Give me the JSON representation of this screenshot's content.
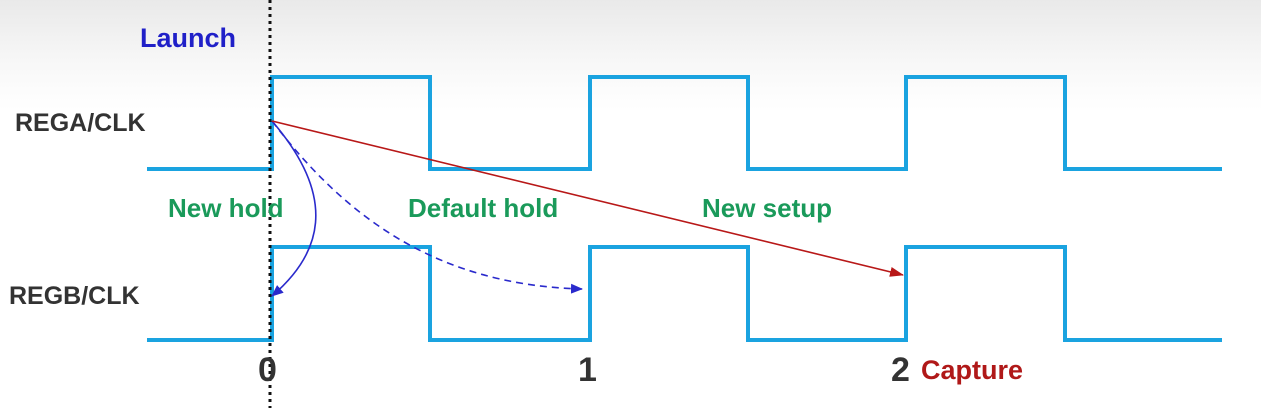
{
  "labels": {
    "launch": "Launch",
    "capture": "Capture",
    "rega_clk": "REGA/CLK",
    "regb_clk": "REGB/CLK",
    "new_hold": "New hold",
    "default_hold": "Default hold",
    "new_setup": "New setup"
  },
  "ticks": [
    "0",
    "1",
    "2"
  ],
  "colors": {
    "clock": "#1aa3e0",
    "launch": "#2020c8",
    "capture": "#b01818",
    "annotation_green": "#1a9a5a",
    "new_hold_arrow": "#2a2acc",
    "default_hold_arrow": "#2a2acc",
    "new_setup_arrow": "#b81818"
  },
  "arrow_styles": {
    "new_hold": "solid",
    "default_hold": "dashed",
    "new_setup": "solid"
  }
}
